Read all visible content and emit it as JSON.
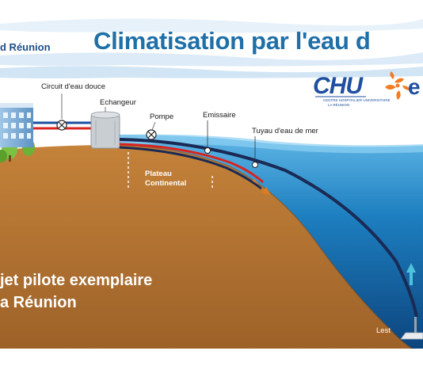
{
  "header": {
    "title": "Climatisation par l'eau d",
    "region": "d Réunion"
  },
  "logos": {
    "chu_text": "CHU",
    "chu_subtext": "CENTRE HOSPITALIER UNIVERSITAIRE",
    "chu_region": "LA RÉUNION",
    "edf_text": "e"
  },
  "labels": {
    "circuit": "Circuit d'eau douce",
    "echangeur": "Echangeur",
    "pompe": "Pompe",
    "emissaire": "Emissaire",
    "tuyau": "Tuyau d'eau de mer",
    "plateau_line1": "Plateau",
    "plateau_line2": "Continental",
    "lest": "Lest"
  },
  "headline": {
    "line1": "jet pilote exemplaire",
    "line2": "a Réunion"
  },
  "colors": {
    "title": "#1f6fa8",
    "ground": "#b0722f",
    "sea": "#1577b8",
    "pipe": "#1a2a55",
    "hot_pipe": "#d8231f"
  }
}
